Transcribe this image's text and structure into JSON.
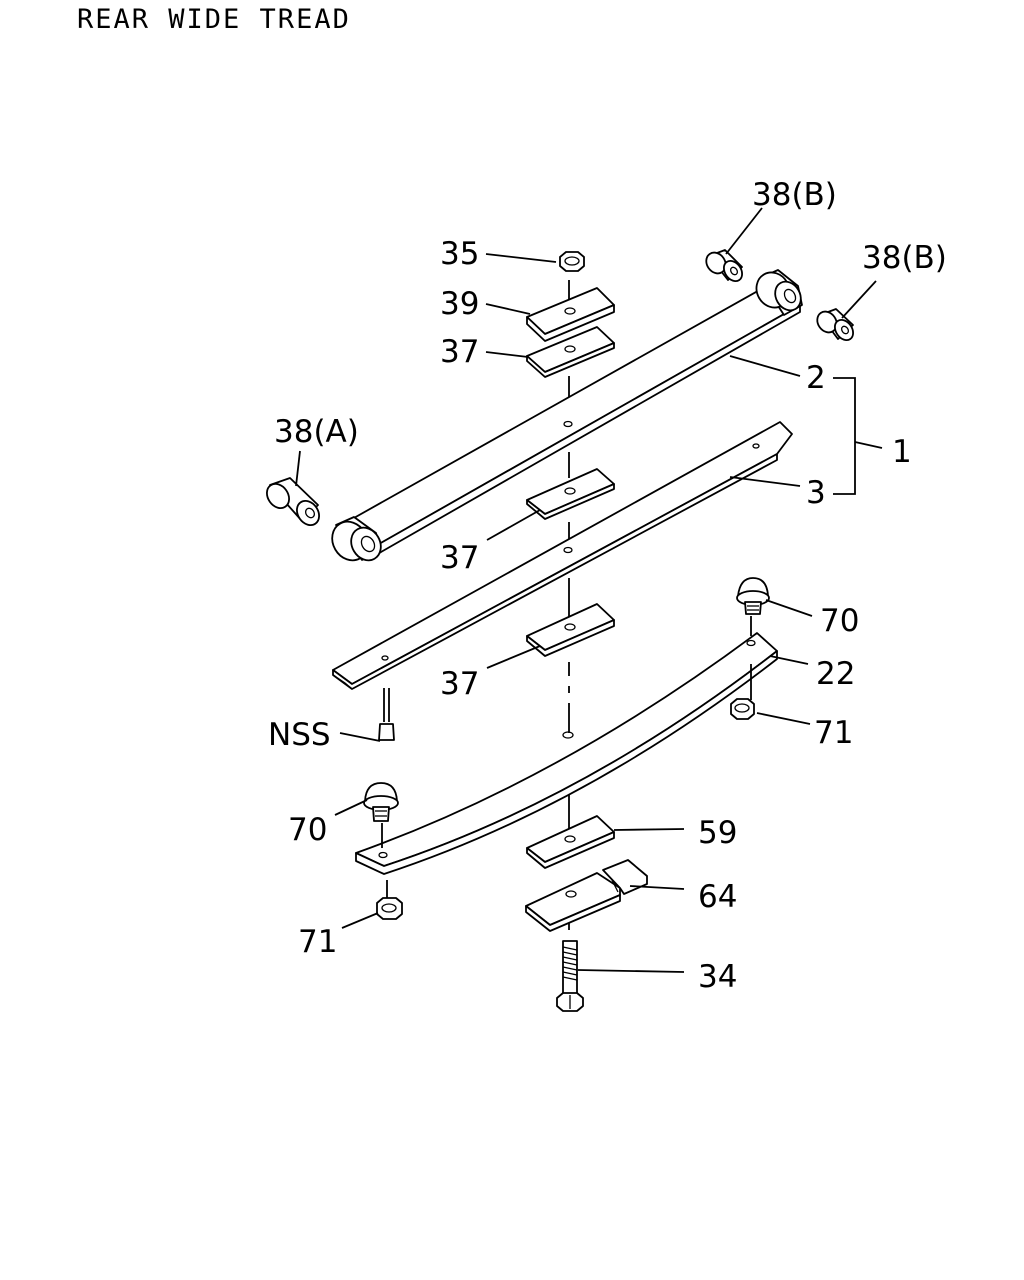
{
  "title": "REAR WIDE TREAD",
  "callouts": {
    "c38b_top": "38(B)",
    "c38b_right": "38(B)",
    "c35": "35",
    "c39": "39",
    "c37_top": "37",
    "c2": "2",
    "c1": "1",
    "c3": "3",
    "c38a": "38(A)",
    "c37_mid": "37",
    "c70_right": "70",
    "c37_low": "37",
    "c22": "22",
    "nss": "NSS",
    "c71_right": "71",
    "c70_left": "70",
    "c59": "59",
    "c64": "64",
    "c71_left": "71",
    "c34": "34"
  }
}
